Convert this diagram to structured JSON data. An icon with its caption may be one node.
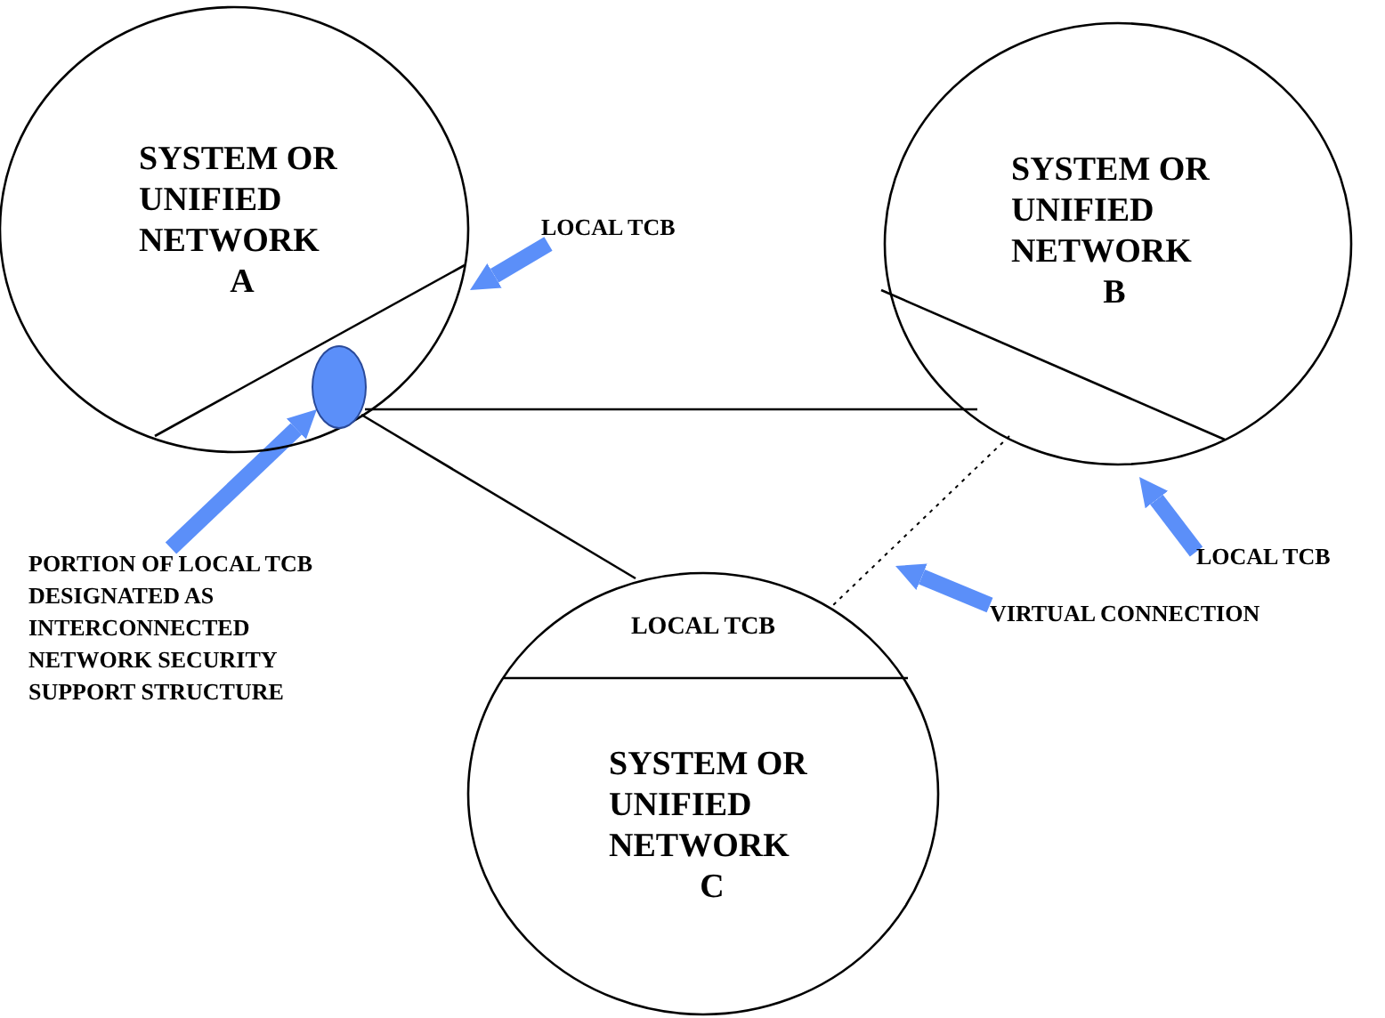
{
  "diagram": {
    "nodes": [
      {
        "text": [
          "SYSTEM OR UNIFIED NETWORK A"
        ]
      },
      {
        "text": [
          "SYSTEM OR UNIFIED NETWORK B"
        ]
      },
      {
        "text": [
          "LOCAL TCB",
          "SYSTEM OR UNIFIED NETWORK C"
        ]
      },
      {
        "text": [],
        "shape": "ellipse",
        "in": 0
      },
      {
        "text": [
          "LOCAL TCB"
        ]
      },
      {
        "text": [
          "PORTION OF LOCAL TCB DESIGNATED AS INTERCONNECTED NETWORK SECURITY SUPPORT STRUCTURE"
        ]
      },
      {
        "text": [
          "LOCAL TCB"
        ]
      },
      {
        "text": [
          "VIRTUAL CONNECTION"
        ]
      }
    ],
    "edges": [
      {
        "from": 3,
        "to": 1,
        "arrow": "none",
        "color": "#000000"
      },
      {
        "from": 3,
        "to": 2,
        "arrow": "none",
        "color": "#000000"
      },
      {
        "from": 1,
        "to": 2,
        "arrow": "none",
        "style": "dashed",
        "color": "#000000"
      },
      {
        "from": 4,
        "to": 0,
        "arrow": "to"
      },
      {
        "from": 5,
        "to": 3,
        "arrow": "to"
      },
      {
        "from": 6,
        "to": 1,
        "arrow": "to"
      },
      {
        "from": 7,
        "to": null,
        "arrow": "to"
      }
    ]
  }
}
